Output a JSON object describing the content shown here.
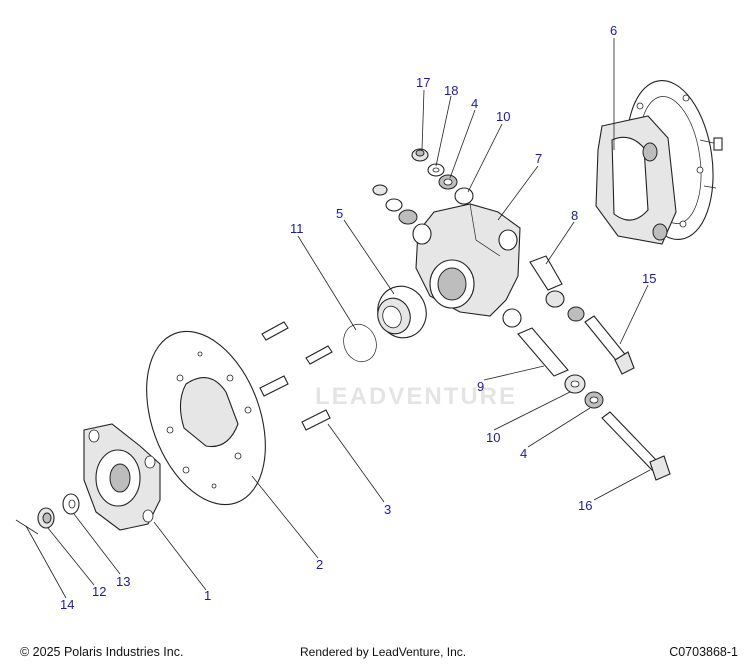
{
  "watermark": "LEADVENTURE",
  "footer": {
    "copyright": "© 2025 Polaris Industries Inc.",
    "rendered_by": "Rendered by LeadVenture, Inc.",
    "drawing_number": "C0703868-1"
  },
  "callouts": [
    "6",
    "17",
    "18",
    "4",
    "10",
    "7",
    "11",
    "5",
    "8",
    "15",
    "9",
    "10",
    "4",
    "16",
    "3",
    "2",
    "1",
    "13",
    "12",
    "14"
  ]
}
